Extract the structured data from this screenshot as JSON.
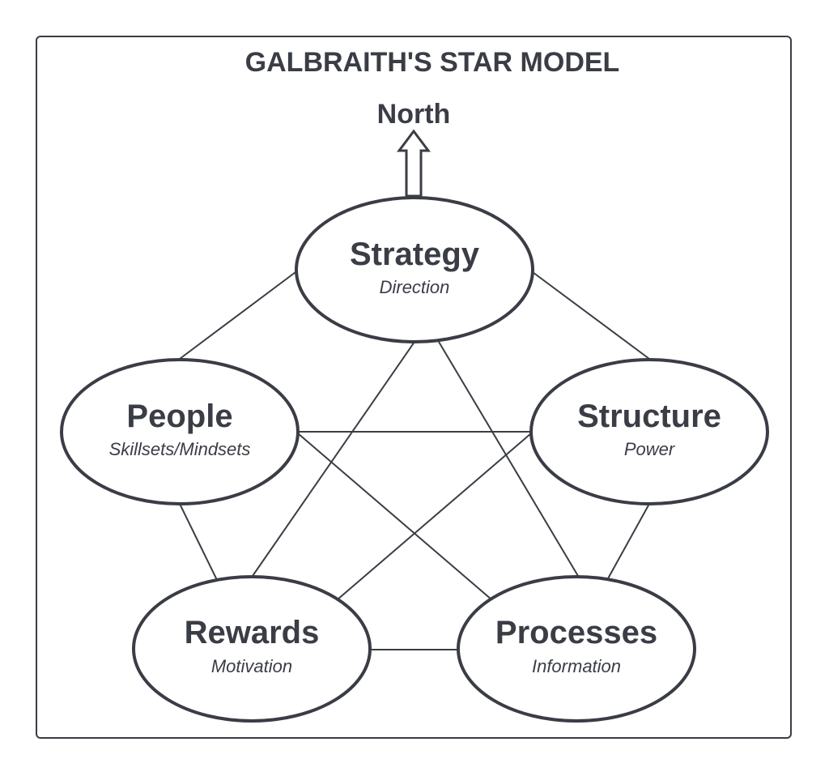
{
  "title": "GALBRAITH'S STAR MODEL",
  "north_label": "North",
  "nodes": {
    "strategy": {
      "title": "Strategy",
      "subtitle": "Direction"
    },
    "people": {
      "title": "People",
      "subtitle": "Skillsets/Mindsets"
    },
    "structure": {
      "title": "Structure",
      "subtitle": "Power"
    },
    "rewards": {
      "title": "Rewards",
      "subtitle": "Motivation"
    },
    "processes": {
      "title": "Processes",
      "subtitle": "Information"
    }
  },
  "edges": [
    [
      "strategy",
      "people"
    ],
    [
      "strategy",
      "structure"
    ],
    [
      "people",
      "rewards"
    ],
    [
      "structure",
      "processes"
    ],
    [
      "rewards",
      "processes"
    ],
    [
      "strategy",
      "rewards"
    ],
    [
      "strategy",
      "processes"
    ],
    [
      "people",
      "structure"
    ],
    [
      "people",
      "processes"
    ],
    [
      "structure",
      "rewards"
    ]
  ],
  "colors": {
    "stroke": "#3a3d45",
    "background": "#ffffff"
  }
}
